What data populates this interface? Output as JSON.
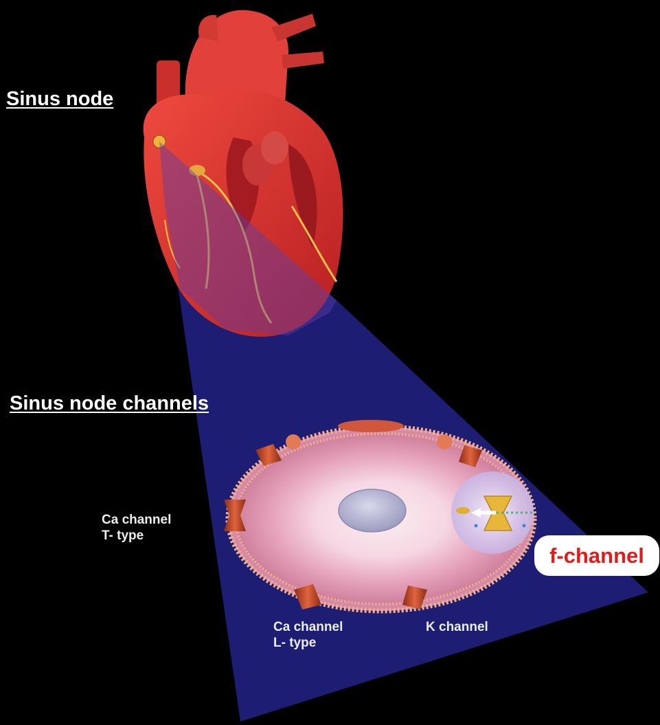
{
  "labels": {
    "sinus_node": "Sinus node",
    "sinus_node_channels": "Sinus node channels",
    "ca_channel_t": [
      "Ca channel",
      "T- type"
    ],
    "ca_channel_l": [
      "Ca channel",
      "L- type"
    ],
    "k_channel": "K channel",
    "f_channel": "f-channel"
  },
  "colors": {
    "background": "#000000",
    "projection_cone": "#1f1f7a",
    "heart_red": "#d8362f",
    "cell_pink": "#e8a8bd",
    "callout_text": "#e31b1b"
  },
  "icons": [
    "heart-illustration",
    "sinus-node-marker",
    "av-node-marker",
    "cell-membrane",
    "nucleus",
    "channel-protein",
    "f-channel-highlight"
  ]
}
